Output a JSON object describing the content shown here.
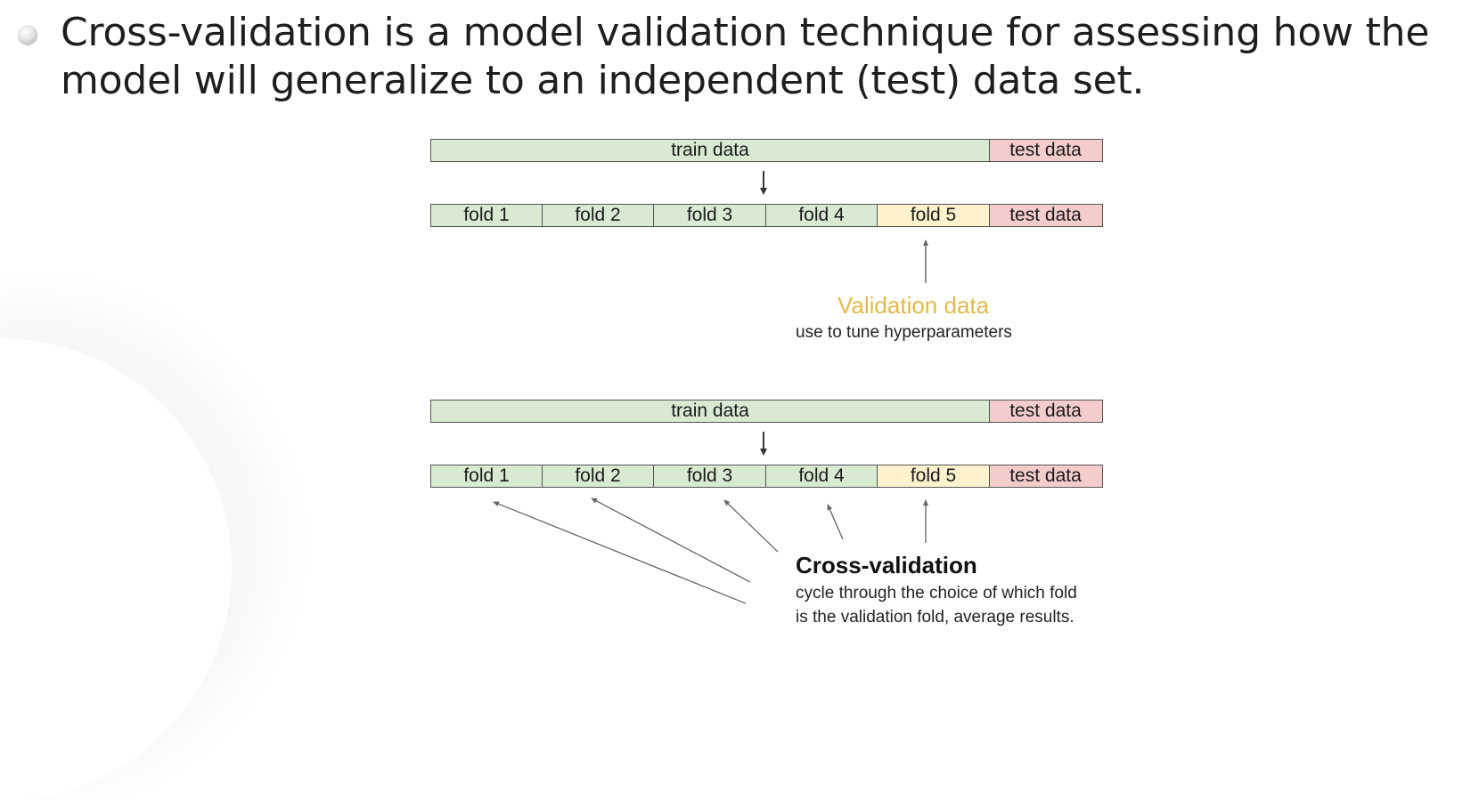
{
  "bullet_text": "Cross-validation is a model validation technique for assessing how the model will generalize to an independent (test) data set.",
  "diagram1": {
    "top_bar": {
      "train": "train data",
      "test": "test data"
    },
    "fold_bar": {
      "folds": [
        "fold 1",
        "fold 2",
        "fold 3",
        "fold 4",
        "fold 5"
      ],
      "test": "test data"
    },
    "validation_title": "Validation data",
    "validation_subtitle": "use to tune hyperparameters"
  },
  "diagram2": {
    "top_bar": {
      "train": "train data",
      "test": "test data"
    },
    "fold_bar": {
      "folds": [
        "fold 1",
        "fold 2",
        "fold 3",
        "fold 4",
        "fold 5"
      ],
      "test": "test data"
    },
    "cv_title": "Cross-validation",
    "cv_line1": "cycle through the choice of which fold",
    "cv_line2": "is the validation fold, average results."
  },
  "colors": {
    "train": "#d9ead3",
    "validation_fold": "#fff2cc",
    "test": "#f4cccc",
    "validation_label": "#e3b94a"
  }
}
